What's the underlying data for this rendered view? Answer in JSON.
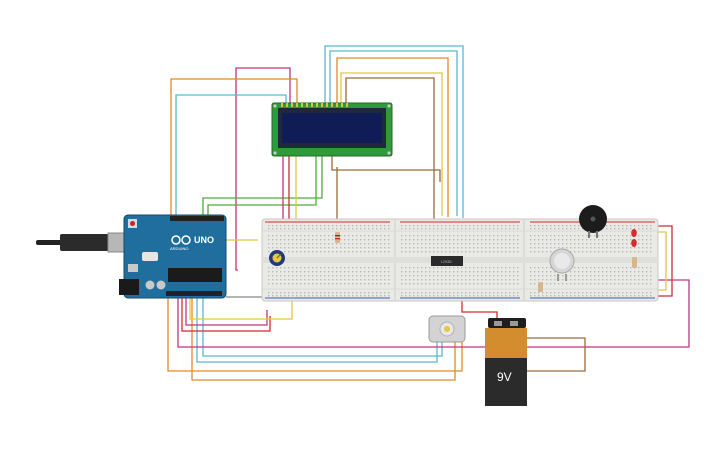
{
  "arduino": {
    "logo_text": "UNO",
    "brand_text": "ARDUINO",
    "board_color": "#1f6e9e"
  },
  "lcd": {
    "display_color": "#101c55",
    "pcb_color": "#2f9a3a"
  },
  "chip": {
    "label": "L293D"
  },
  "battery": {
    "label": "9V"
  },
  "colors": {
    "orange_wire": "#e08a2a",
    "cyan_wire": "#5ab7d5",
    "magenta_wire": "#c2347f",
    "yellow_wire": "#e2c93a",
    "green_wire": "#4cae3a",
    "red_wire": "#d32b2b",
    "brown_wire": "#9a6a3a",
    "purple_wire": "#6a4ab2",
    "gray_wire": "#888888"
  }
}
